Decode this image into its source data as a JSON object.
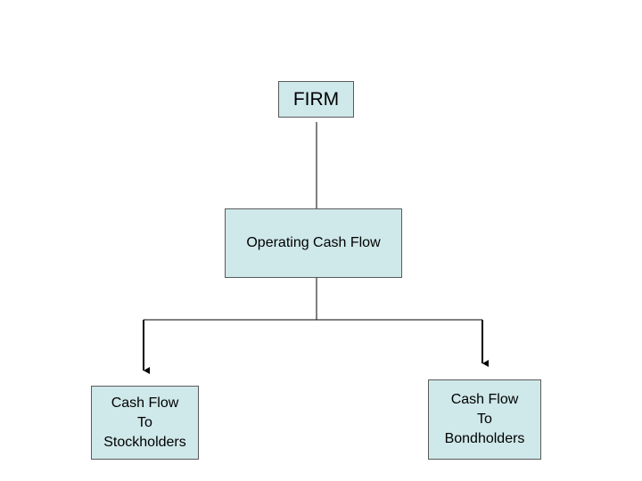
{
  "nodes": {
    "firm": {
      "label": "FIRM"
    },
    "operating": {
      "label": "Operating Cash Flow"
    },
    "stockholders": {
      "lines": [
        "Cash Flow",
        "To",
        "Stockholders"
      ]
    },
    "bondholders": {
      "lines": [
        "Cash Flow",
        "To",
        "Bondholders"
      ]
    }
  },
  "edges": [
    {
      "from": "firm",
      "to": "operating",
      "arrow": false
    },
    {
      "from": "operating",
      "to": "stockholders",
      "arrow": true
    },
    {
      "from": "operating",
      "to": "bondholders",
      "arrow": true
    }
  ],
  "colors": {
    "box_fill": "#cfe8ea",
    "box_border": "#5a5a5a",
    "line": "#000000"
  }
}
